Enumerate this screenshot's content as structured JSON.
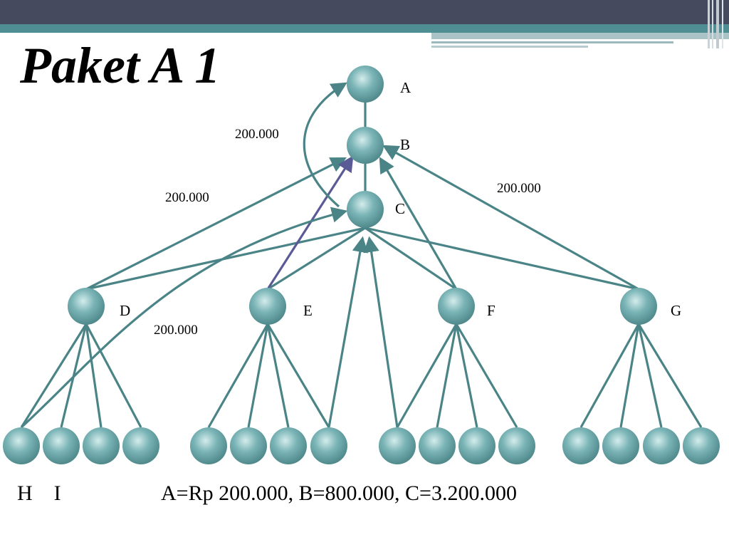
{
  "slide": {
    "title": "Paket A 1",
    "footer_hi": "H    I",
    "footer_summary": "A=Rp 200.000, B=800.000, C=3.200.000"
  },
  "colors": {
    "header_dark": "#454a5e",
    "header_teal": "#4f8e93",
    "node": "#6aa6a8",
    "edge": "#4a8486",
    "edge_highlight": "#5a5a96"
  },
  "nodes": {
    "A": "A",
    "B": "B",
    "C": "C",
    "D": "D",
    "E": "E",
    "F": "F",
    "G": "G"
  },
  "amounts": {
    "c_to_a": "200.000",
    "d_to_b": "200.000",
    "g_to_b": "200.000",
    "h_to_c": "200.000"
  }
}
